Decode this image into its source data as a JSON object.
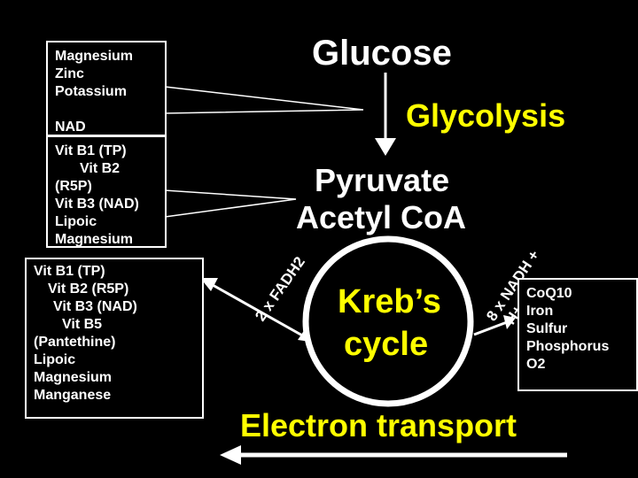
{
  "titles": {
    "glucose": "Glucose",
    "glycolysis": "Glycolysis",
    "pyruvate": "Pyruvate",
    "acetyl_coa": "Acetyl CoA",
    "krebs_line1": "Kreb’s",
    "krebs_line2": "cycle",
    "electron_transport": "Electron transport"
  },
  "cycle_labels": {
    "fadh2": "2 x FADH2",
    "nadh_line1": "8 x NADH +",
    "nadh_line2": "H+"
  },
  "callouts": {
    "glycolysis_box": [
      "Magnesium",
      "Zinc",
      "Potassium",
      "",
      "NAD"
    ],
    "pyruvate_box": [
      "Vit B1 (TP)",
      "Vit B2",
      "(R5P)",
      "Vit B3 (NAD)",
      "Lipoic",
      "Magnesium"
    ],
    "krebs_box": [
      "Vit B1 (TP)",
      "Vit B2 (R5P)",
      "Vit B3 (NAD)",
      "Vit B5",
      "(Pantethine)",
      "Lipoic",
      "Magnesium",
      "Manganese"
    ],
    "transport_box": [
      "CoQ10",
      "Iron",
      "Sulfur",
      "Phosphorus",
      "O2"
    ]
  },
  "colors": {
    "background": "#000000",
    "text": "#ffffff",
    "glycolysis": "#ffff00"
  }
}
